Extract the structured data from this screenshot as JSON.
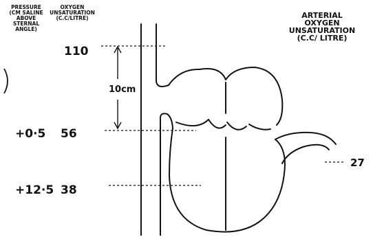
{
  "header": {
    "pressure_lines": [
      "PRESSURE",
      "(CM SALINE",
      "ABOVE",
      "STERNAL",
      "ANGLE)"
    ],
    "oxygen_lines": [
      "OXYGEN",
      "UNSATURATION",
      "(C.C/LITRE)"
    ],
    "arterial_lines": [
      "ARTERIAL",
      "OXYGEN",
      "UNSATURATION",
      "(C.C/ LITRE)"
    ]
  },
  "measurements": [
    {
      "pressure": "",
      "oxygen": "110"
    },
    {
      "pressure": "+0·5",
      "oxygen": "56"
    },
    {
      "pressure": "+12·5",
      "oxygen": "38"
    }
  ],
  "distance_label": "10cm",
  "arterial_value": "27",
  "colors": {
    "ink": "#111111",
    "background": "#ffffff"
  }
}
